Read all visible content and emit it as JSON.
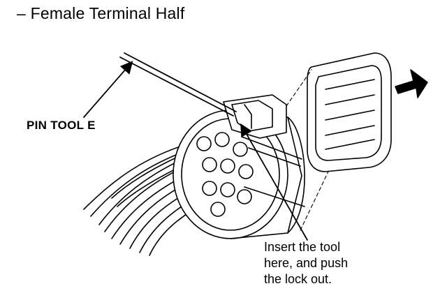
{
  "title": "– Female Terminal Half",
  "callouts": {
    "pin_tool": "PIN TOOL E",
    "instruction_lines": [
      "Insert the tool",
      "here, and push",
      "the lock out."
    ]
  }
}
